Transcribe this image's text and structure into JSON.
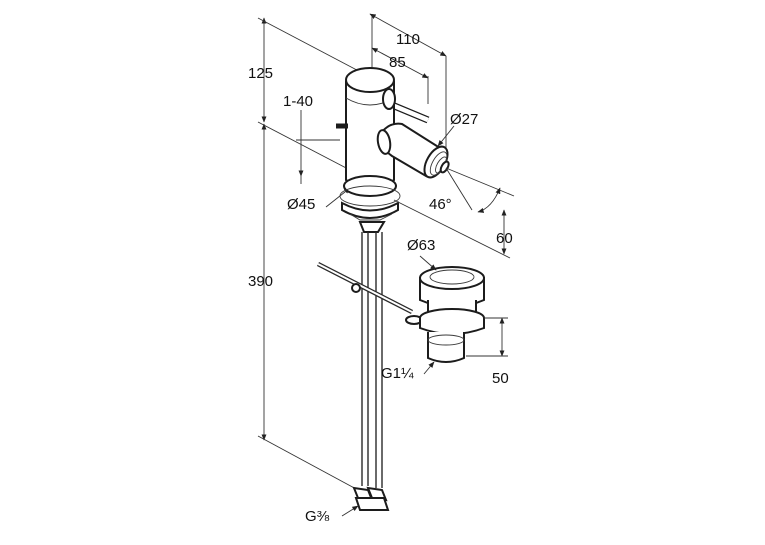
{
  "dimensions": {
    "d110": "110",
    "d85": "85",
    "d125": "125",
    "d1_40": "1-40",
    "dia27": "Ø27",
    "dia45": "Ø45",
    "angle46": "46°",
    "d60": "60",
    "dia63": "Ø63",
    "d390": "390",
    "d50": "50",
    "g1_1_4": "G1¼",
    "g3_8": "G⅜"
  }
}
